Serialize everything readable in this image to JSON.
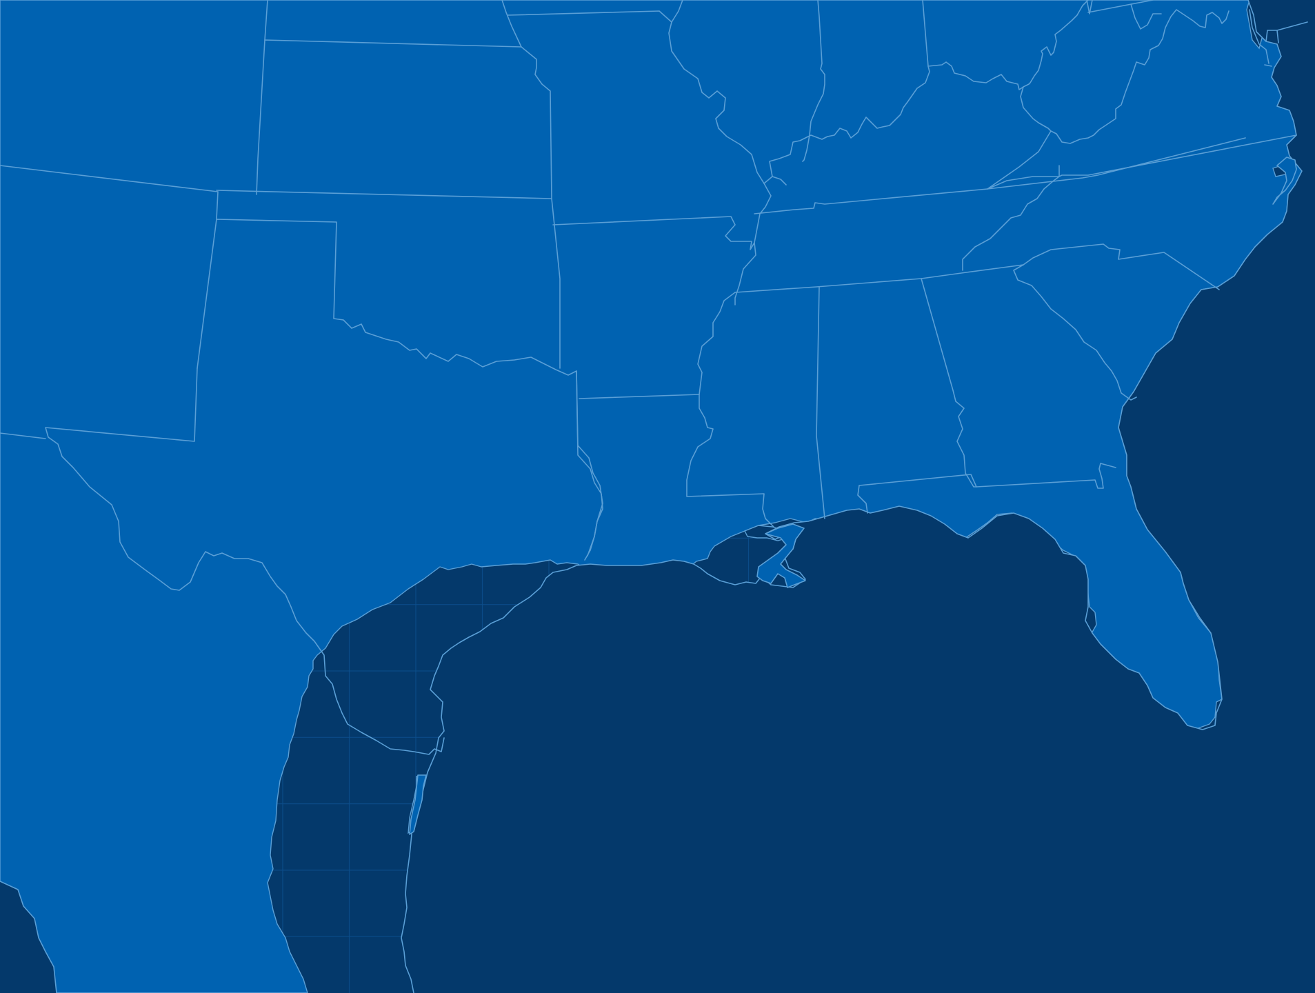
{
  "map": {
    "colors": {
      "ocean": "#04396b",
      "land": "#0062b1",
      "border": "#5a9fd6",
      "grid": "#0d4f8c"
    },
    "regions": [
      "texas",
      "oklahoma",
      "kansas",
      "nebraska",
      "colorado",
      "new-mexico",
      "missouri",
      "arkansas",
      "louisiana",
      "mississippi",
      "alabama",
      "georgia",
      "florida",
      "south-carolina",
      "north-carolina",
      "tennessee",
      "kentucky",
      "illinois",
      "indiana",
      "ohio",
      "west-virginia",
      "virginia",
      "maryland",
      "delaware",
      "iowa",
      "mexico"
    ]
  }
}
